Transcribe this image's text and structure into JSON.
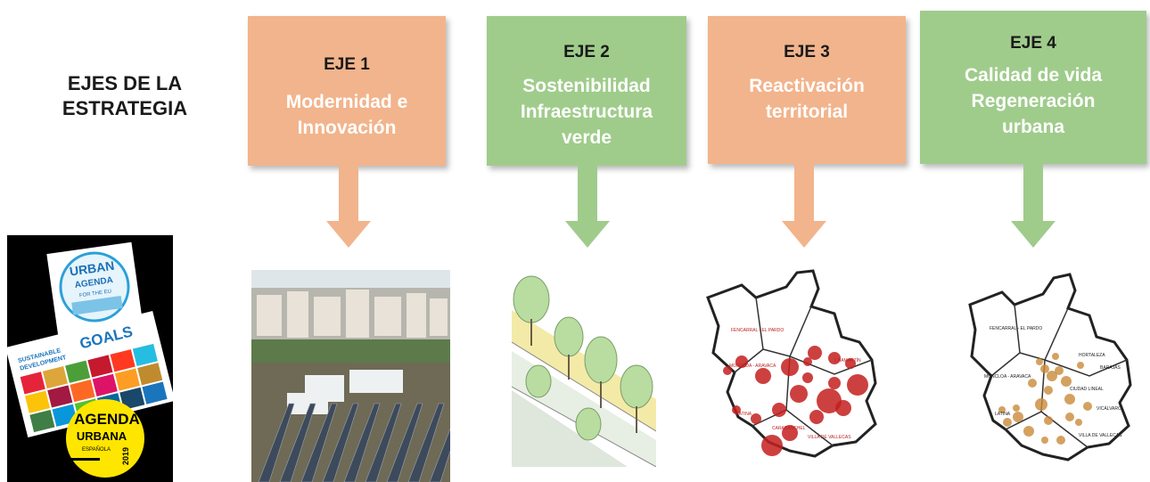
{
  "title_line1": "EJES DE LA",
  "title_line2": "ESTRATEGIA",
  "colors": {
    "orange": "#F2B48C",
    "green": "#9FCC8B"
  },
  "axes": [
    {
      "eje": "EJE 1",
      "text": "Modernidad e\nInnovación",
      "color": "orange"
    },
    {
      "eje": "EJE 2",
      "text": "Sostenibilidad\nInfraestructura\nverde",
      "color": "green"
    },
    {
      "eje": "EJE 3",
      "text": "Reactivación\nterritorial",
      "color": "orange"
    },
    {
      "eje": "EJE 4",
      "text": "Calidad de vida\nRegeneración\nurbana",
      "color": "green"
    }
  ],
  "poster": {
    "urban_agenda": [
      "URBAN",
      "AGENDA",
      "FOR THE EU"
    ],
    "goals_word": "GOALS",
    "sdg_lines": [
      "SUSTAINABLE",
      "DEVELOPMENT"
    ],
    "agenda_lines": [
      "AGENDA",
      "URBANA",
      "ESPAÑOLA",
      "2019"
    ]
  },
  "map3_labels": [
    "FENCARRAL - EL PARDO",
    "MONCLOA - ARAVACA",
    "CHAMARTÍN",
    "LATINA",
    "CARABANCHEL",
    "VILLA DE VALLECAS"
  ],
  "map4_labels": [
    "FENCARRAL - EL PARDO",
    "HORTALEZA",
    "BARAJAS",
    "MONCLOA - ARAVACA",
    "CIUDAD LINEAL",
    "VICÁLVARO",
    "LATINA",
    "VILLA DE VALLECAS"
  ]
}
